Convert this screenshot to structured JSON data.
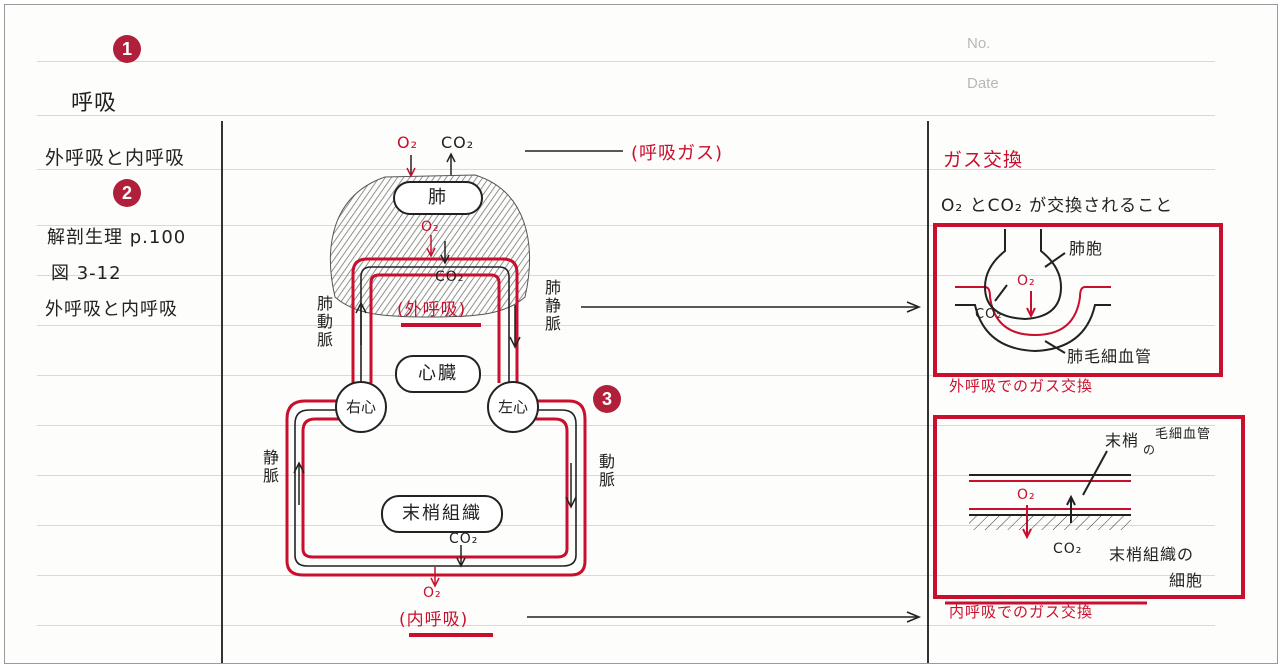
{
  "header": {
    "no_label": "No.",
    "date_label": "Date"
  },
  "badges": [
    "1",
    "2",
    "3"
  ],
  "left_column": {
    "title": "呼吸",
    "subtitle": "外呼吸と内呼吸",
    "ref_line1": "解剖生理 p.100",
    "ref_line2": "図 3-12",
    "ref_line3": "外呼吸と内呼吸"
  },
  "diagram": {
    "top_o2": "O₂",
    "top_co2": "CO₂",
    "gas_label": "(呼吸ガス)",
    "lung": "肺",
    "lung_o2": "O₂",
    "lung_co2": "CO₂",
    "external_resp": "(外呼吸)",
    "pulmonary_artery": "肺動脈",
    "pulmonary_vein": "肺静脈",
    "heart": "心臓",
    "right_heart": "右心",
    "left_heart": "左心",
    "vein": "静脈",
    "artery": "動脈",
    "tissue": "末梢組織",
    "tissue_co2": "CO₂",
    "tissue_o2": "O₂",
    "internal_resp": "(内呼吸)"
  },
  "right_column": {
    "heading": "ガス交換",
    "intro": "O₂ とCO₂ が交換されること",
    "alveolus": "肺胞",
    "box1_o2": "O₂",
    "box1_co2": "CO₂",
    "pulmonary_capillary": "肺毛細血管",
    "box1_caption": "外呼吸でのガス交換",
    "peripheral_capillary_a": "末梢",
    "peripheral_capillary_b": "の",
    "peripheral_capillary_c": "毛細血管",
    "box2_o2": "O₂",
    "box2_co2": "CO₂",
    "tissue_cell_a": "末梢組織の",
    "tissue_cell_b": "細胞",
    "box2_caption": "内呼吸でのガス交換"
  },
  "colors": {
    "red": "#c8102e",
    "ink": "#222222",
    "badge": "#b0203a"
  }
}
